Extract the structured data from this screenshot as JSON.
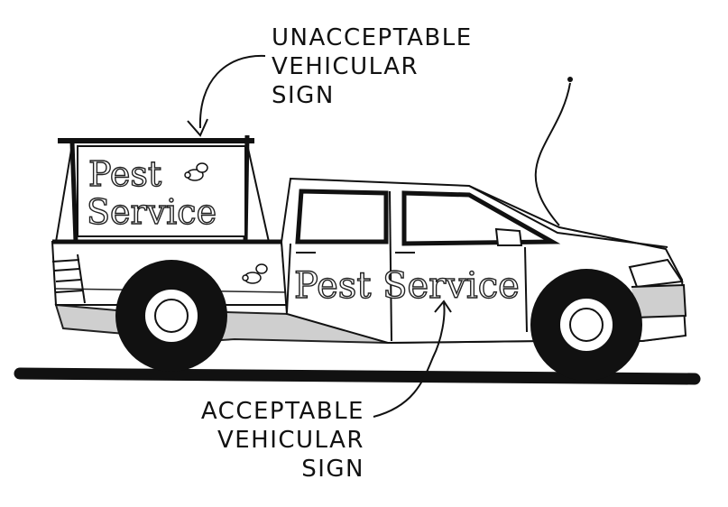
{
  "callouts": {
    "unacceptable": {
      "line1": "UNACCEPTABLE",
      "line2": "VEHICULAR",
      "line3": "SIGN"
    },
    "acceptable": {
      "line1": "ACCEPTABLE",
      "line2": "VEHICULAR",
      "line3": "SIGN"
    }
  },
  "rack_sign": {
    "line1": "Pest",
    "line2": "Service"
  },
  "door_sign": {
    "text": "Pest Service"
  },
  "colors": {
    "ink": "#111111",
    "body_fill": "#ffffff",
    "rocker_fill": "#cfcfcf",
    "tire_fill": "#111111"
  }
}
